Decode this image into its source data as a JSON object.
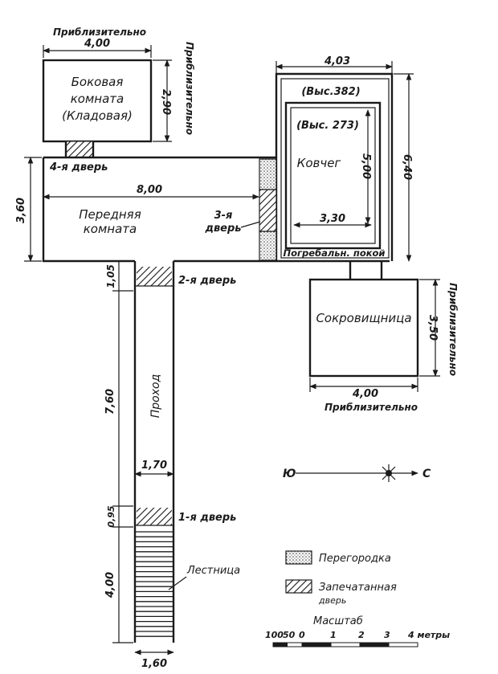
{
  "rooms": {
    "side_room": {
      "line1": "Боковая",
      "line2": "комната",
      "line3": "(Кладовая)"
    },
    "front_room": {
      "line1": "Передняя",
      "line2": "комната"
    },
    "ark": "Ковчег",
    "ark_height_outer": "(Выс.382)",
    "ark_height_inner": "(Выс. 273)",
    "burial_chamber": "Погребальн. покой",
    "treasury": "Сокровищница",
    "passage": "Проход",
    "stairs": "Лестница"
  },
  "doors": {
    "door1": "1-я дверь",
    "door2": "2-я дверь",
    "door3_line1": "3-я",
    "door3_line2": "дверь",
    "door4": "4-я дверь"
  },
  "dimensions": {
    "side_width": "4,00",
    "side_height": "2,90",
    "front_width": "8,00",
    "front_height": "3,60",
    "burial_width": "4,03",
    "burial_height": "6,40",
    "ark_height": "5,00",
    "ark_width": "3,30",
    "passage_top": "1,05",
    "passage_length": "7,60",
    "passage_width": "1,70",
    "door1_length": "0,95",
    "stairs_length": "4,00",
    "stairs_width": "1,60",
    "treasury_width": "4,00",
    "treasury_height": "3,50",
    "approx": "Приблизительно"
  },
  "compass": {
    "south": "Ю",
    "north": "С"
  },
  "legend": {
    "partition": "Перегородка",
    "sealed_line1": "Запечатанная",
    "sealed_line2": "дверь"
  },
  "scale": {
    "title": "Масштаб",
    "ticks": [
      "100",
      "50",
      "0",
      "1",
      "2",
      "3",
      "4 метры"
    ]
  }
}
